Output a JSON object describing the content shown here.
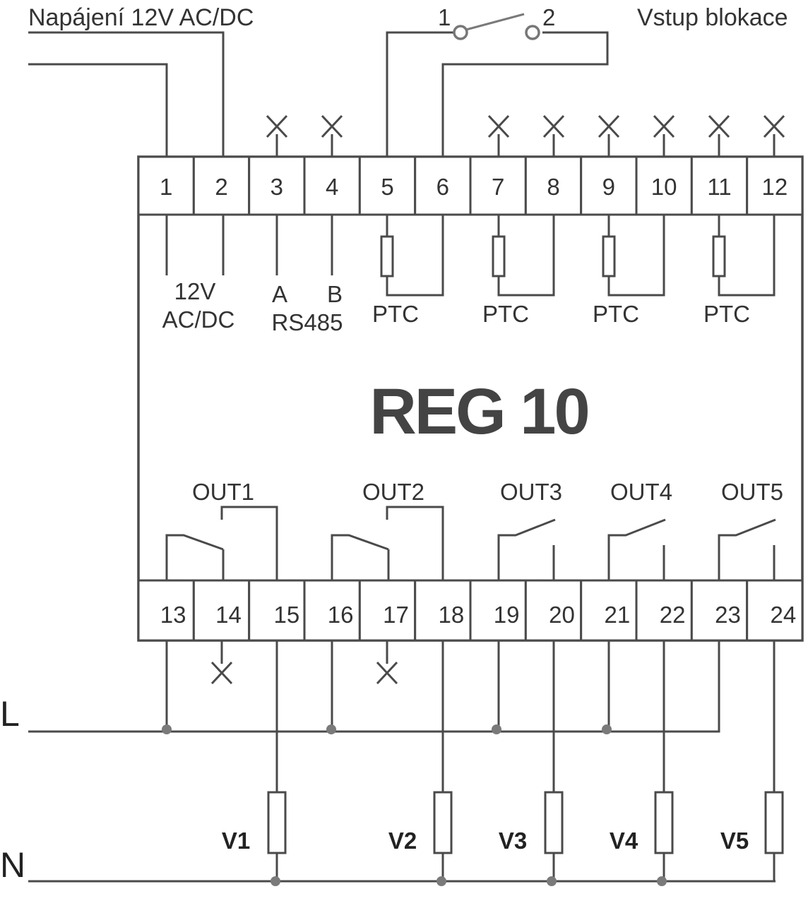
{
  "header": {
    "power_label": "Napájení  12V AC/DC",
    "block_input_label": "Vstup blokace",
    "switch_pin1": "1",
    "switch_pin2": "2"
  },
  "device": {
    "name": "REG 10"
  },
  "top_terminals": [
    "1",
    "2",
    "3",
    "4",
    "5",
    "6",
    "7",
    "8",
    "9",
    "10",
    "11",
    "12"
  ],
  "bottom_terminals": [
    "13",
    "14",
    "15",
    "16",
    "17",
    "18",
    "19",
    "20",
    "21",
    "22",
    "23",
    "24"
  ],
  "inner_labels": {
    "power_line1": "12V",
    "power_line2": "AC/DC",
    "rs_a": "A",
    "rs_b": "B",
    "rs485": "RS485",
    "ptc": [
      "PTC",
      "PTC",
      "PTC",
      "PTC"
    ]
  },
  "outputs": [
    "OUT1",
    "OUT2",
    "OUT3",
    "OUT4",
    "OUT5"
  ],
  "loads": [
    "V1",
    "V2",
    "V3",
    "V4",
    "V5"
  ],
  "rails": {
    "live": "L",
    "neutral": "N"
  }
}
